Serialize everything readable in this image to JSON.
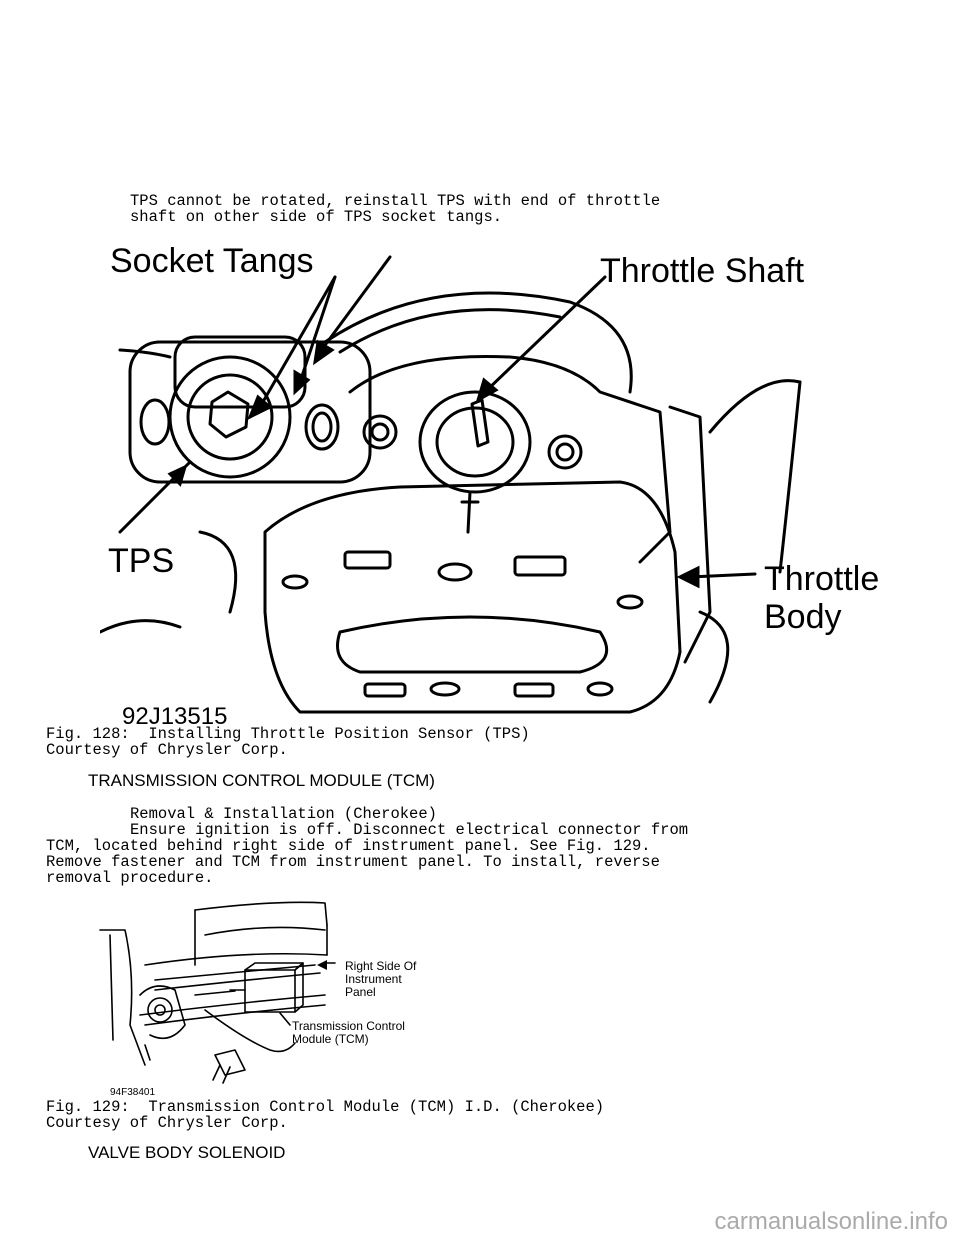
{
  "intro": {
    "line1": "TPS cannot be rotated, reinstall TPS with end of throttle",
    "line2": "shaft on other side of TPS socket tangs."
  },
  "fig128": {
    "labels": {
      "socket_tangs": "Socket Tangs",
      "throttle_shaft": "Throttle Shaft",
      "tps": "TPS",
      "throttle": "Throttle",
      "body": "Body",
      "code": "92J13515"
    },
    "caption": "Fig. 128:  Installing Throttle Position Sensor (TPS)",
    "courtesy": "Courtesy of Chrysler Corp."
  },
  "tcm_section": {
    "heading": "TRANSMISSION CONTROL MODULE (TCM)",
    "subheading": "Removal & Installation (Cherokee)",
    "p1": "Ensure ignition is off. Disconnect electrical connector from",
    "p2": "TCM, located behind right side of instrument panel. See Fig. 129.",
    "p3": "Remove fastener and TCM from instrument panel. To install, reverse",
    "p4": "removal procedure."
  },
  "fig129": {
    "labels": {
      "right_side_1": "Right Side Of",
      "right_side_2": "Instrument",
      "right_side_3": "Panel",
      "tcm_1": "Transmission Control",
      "tcm_2": "Module (TCM)",
      "code": "94F38401"
    },
    "caption": "Fig. 129:  Transmission Control Module (TCM) I.D. (Cherokee)",
    "courtesy": "Courtesy of Chrysler Corp."
  },
  "next_section": {
    "heading": "VALVE BODY SOLENOID"
  },
  "watermark": "carmanualsonline.info"
}
